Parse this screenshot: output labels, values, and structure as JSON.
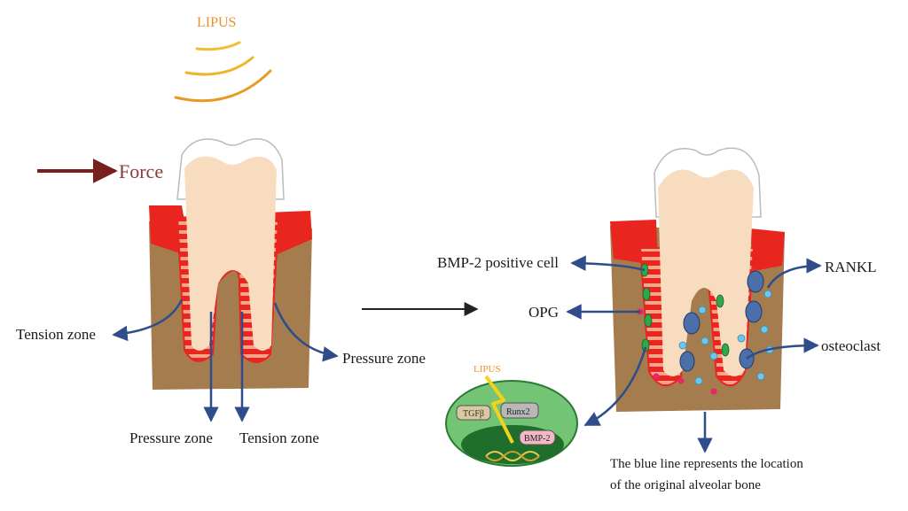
{
  "left_panel": {
    "lipus_label": "LIPUS",
    "force_label": "Force",
    "tension_zone_left": "Tension zone",
    "pressure_zone_right": "Pressure zone",
    "pressure_zone_bottom": "Pressure zone",
    "tension_zone_bottom": "Tension zone"
  },
  "right_panel": {
    "bmp2_cell": "BMP-2 positive cell",
    "opg": "OPG",
    "rankl": "RANKL",
    "osteoclast": "osteoclast",
    "blue_line_note_1": "The blue line represents the location",
    "blue_line_note_2": "of the original alveolar bone"
  },
  "cell_inset": {
    "lipus_label": "LIPUS",
    "tgfb": "TGFβ",
    "runx2": "Runx2",
    "bmp2": "BMP-2"
  },
  "colors": {
    "bone": "#a57c4e",
    "gum": "#e8251f",
    "tooth": "#f7dcc0",
    "arrow": "#2e4d8a",
    "force": "#7a1f1f",
    "lipus": "#f0b428"
  }
}
